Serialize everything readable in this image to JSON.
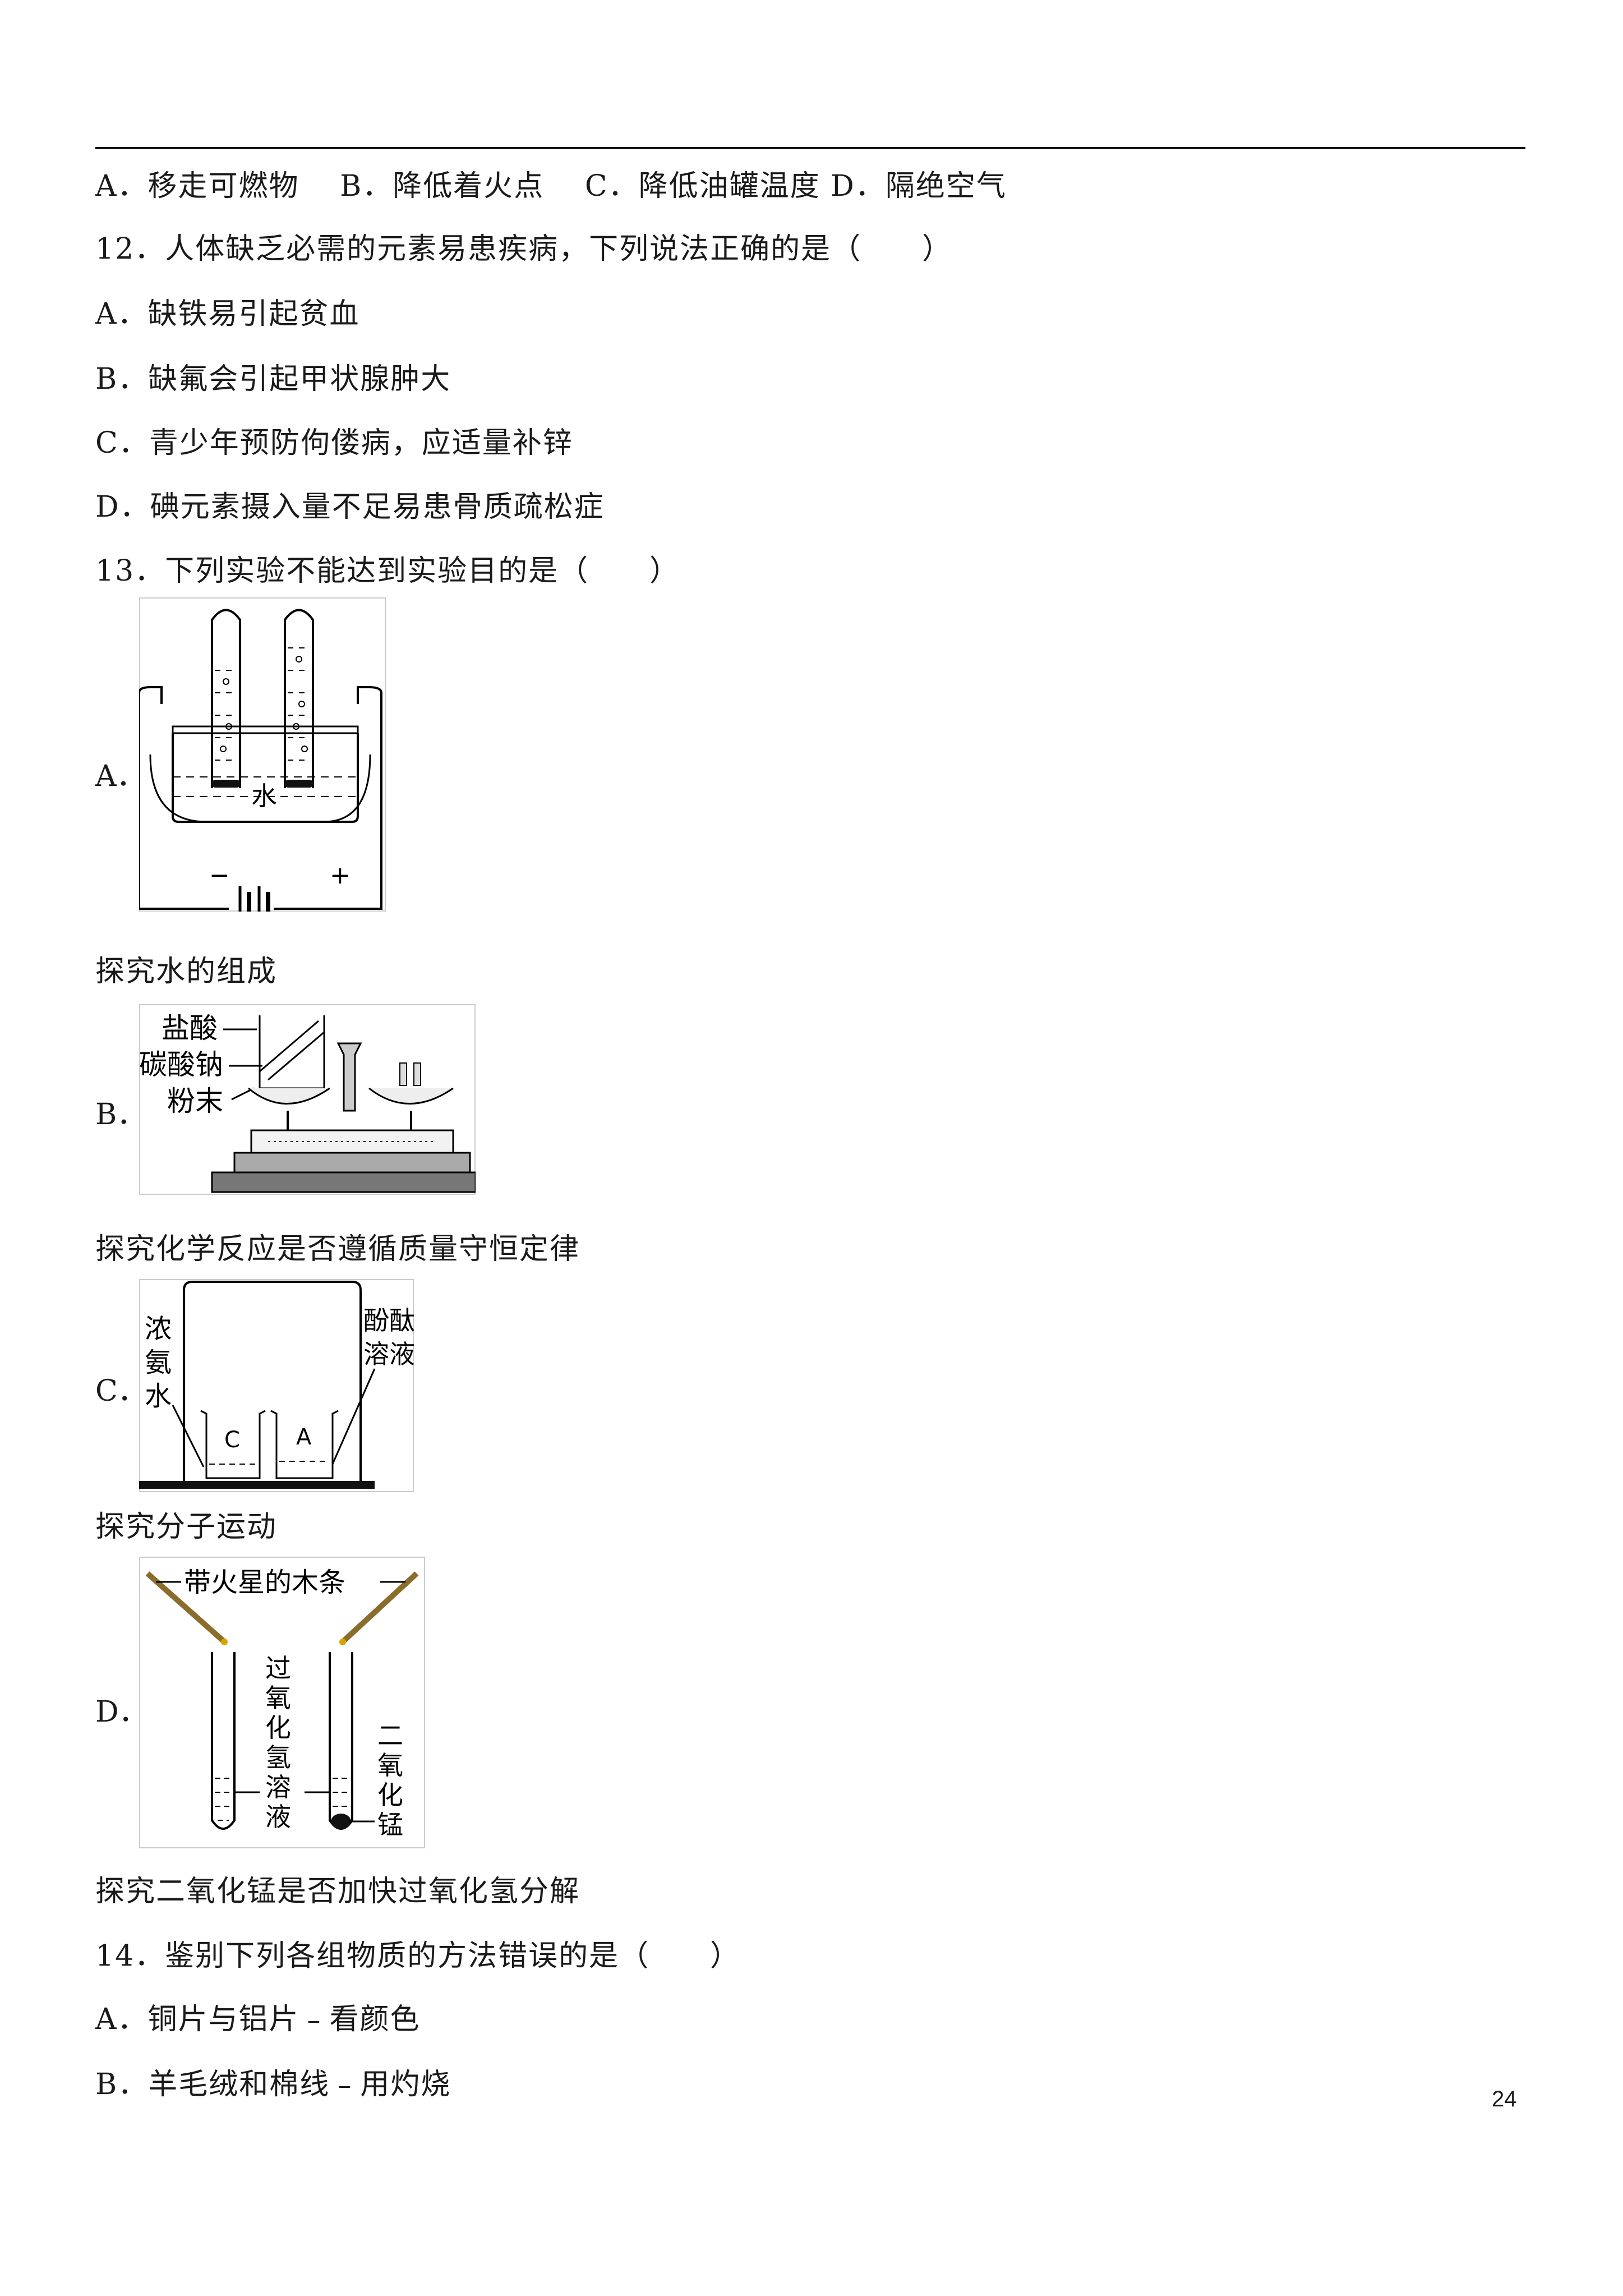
{
  "q11_options": "A．移走可燃物　 B．降低着火点　 C．降低油罐温度 D．隔绝空气",
  "q12": {
    "stem": "12．人体缺乏必需的元素易患疾病，下列说法正确的是（　　）",
    "options": [
      "A．缺铁易引起贫血",
      "B．缺氟会引起甲状腺肿大",
      "C．青少年预防佝偻病，应适量补锌",
      "D．碘元素摄入量不足易患骨质疏松症"
    ]
  },
  "q13": {
    "stem": "13．下列实验不能达到实验目的是（　　）",
    "options": [
      {
        "letter": "A．",
        "caption": "探究水的组成",
        "fig_labels": {
          "water": "水",
          "neg": "−",
          "pos": "+"
        }
      },
      {
        "letter": "B．",
        "caption": "探究化学反应是否遵循质量守恒定律",
        "fig_labels": {
          "acid": "盐酸",
          "powder1": "碳酸钠",
          "powder2": "粉末"
        }
      },
      {
        "letter": "C．",
        "caption": "探究分子运动",
        "fig_labels": {
          "left1": "浓",
          "left2": "氨",
          "left3": "水",
          "right1": "酚酞",
          "right2": "溶液",
          "beaker_c": "C",
          "beaker_a": "A"
        }
      },
      {
        "letter": "D．",
        "caption": "探究二氧化锰是否加快过氧化氢分解",
        "fig_labels": {
          "stick": "带火星的木条",
          "h2o2": [
            "过",
            "氧",
            "化",
            "氢",
            "溶",
            "液"
          ],
          "mno2": [
            "二",
            "氧",
            "化",
            "锰"
          ]
        }
      }
    ]
  },
  "q14": {
    "stem": "14．鉴别下列各组物质的方法错误的是（　　）",
    "options": [
      "A．铜片与铝片﹣看颜色",
      "B．羊毛绒和棉线﹣用灼烧"
    ]
  },
  "page_number": "24"
}
